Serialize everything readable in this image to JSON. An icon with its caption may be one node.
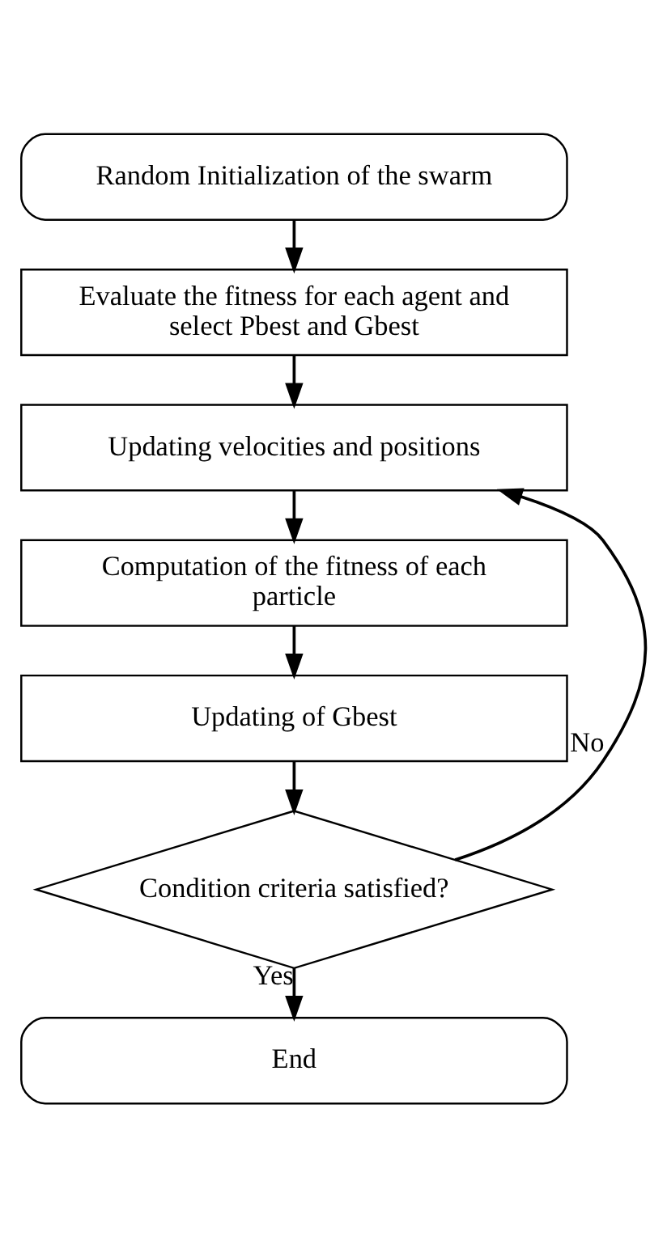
{
  "diagram": {
    "nodes": [
      {
        "text": [
          "Random Initialization of the swarm"
        ]
      },
      {
        "text": [
          "Evaluate the fitness for each agent and select Pbest and Gbest"
        ]
      },
      {
        "text": [
          "Updating velocities and positions"
        ]
      },
      {
        "text": [
          "Computation of the fitness of each particle"
        ]
      },
      {
        "text": [
          "Updating of Gbest"
        ]
      },
      {
        "text": [
          "Condition criteria satisfied?"
        ]
      },
      {
        "text": [
          "End"
        ]
      }
    ],
    "edges": [
      {
        "from": 0,
        "to": 1,
        "arrow": "to"
      },
      {
        "from": 1,
        "to": 2,
        "arrow": "to"
      },
      {
        "from": 2,
        "to": 3,
        "arrow": "to"
      },
      {
        "from": 3,
        "to": 4,
        "arrow": "to"
      },
      {
        "from": 4,
        "to": 5,
        "arrow": "to"
      },
      {
        "from": 5,
        "to": 2,
        "arrow": "to",
        "label": "No"
      },
      {
        "from": 5,
        "to": 6,
        "arrow": "to",
        "label": "Yes"
      }
    ]
  }
}
